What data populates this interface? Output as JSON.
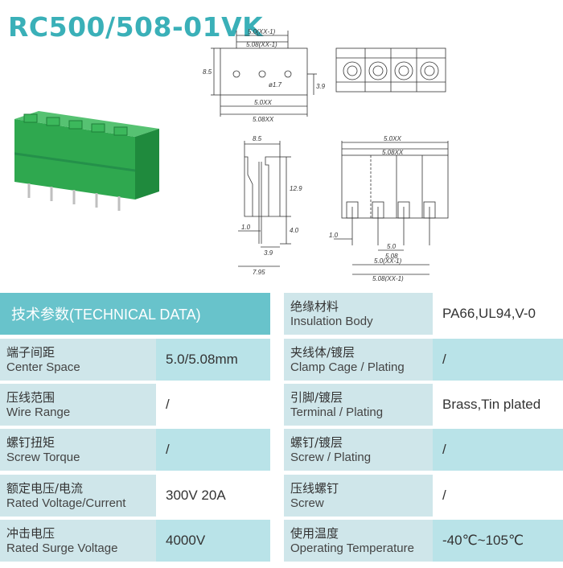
{
  "title": "RC500/508-01VK",
  "dims": {
    "top_view": {
      "pitch_a": "5.0(XX-1)",
      "pitch_b": "5.08(XX-1)",
      "height": "8.5",
      "hole_dia": "ø1.7",
      "edge": "3.9",
      "width_a": "5.0XX",
      "width_b": "5.08XX"
    },
    "side_view": {
      "depth": "8.5",
      "height": "12.9",
      "pin_len": "4.0",
      "pin_off": "1.0",
      "pin_pos": "3.9",
      "base": "7.95"
    },
    "front_view": {
      "width_a": "5.0XX",
      "width_b": "5.08XX",
      "pin_off": "1.0",
      "pitch_a": "5.0",
      "pitch_b": "5.08",
      "span_a": "5.0(XX-1)",
      "span_b": "5.08(XX-1)"
    }
  },
  "table": {
    "header": "技术参数(TECHNICAL DATA)",
    "left": [
      {
        "cn": "端子间距",
        "en": "Center Space",
        "value": "5.0/5.08mm"
      },
      {
        "cn": "压线范围",
        "en": "Wire Range",
        "value": "/"
      },
      {
        "cn": "螺钉扭矩",
        "en": "Screw Torque",
        "value": "/"
      },
      {
        "cn": "额定电压/电流",
        "en": "Rated Voltage/Current",
        "value": "300V 20A"
      },
      {
        "cn": "冲击电压",
        "en": "Rated Surge Voltage",
        "value": "4000V"
      }
    ],
    "right": [
      {
        "cn": "绝缘材料",
        "en": "Insulation Body",
        "value": "PA66,UL94,V-0"
      },
      {
        "cn": "夹线体/镀层",
        "en": "Clamp Cage / Plating",
        "value": "/"
      },
      {
        "cn": "引脚/镀层",
        "en": "Terminal / Plating",
        "value": "Brass,Tin plated"
      },
      {
        "cn": "螺钉/镀层",
        "en": "Screw / Plating",
        "value": "/"
      },
      {
        "cn": "压线螺钉",
        "en": "Screw",
        "value": "/"
      },
      {
        "cn": "使用温度",
        "en": "Operating Temperature",
        "value": "-40℃~105℃"
      }
    ]
  }
}
